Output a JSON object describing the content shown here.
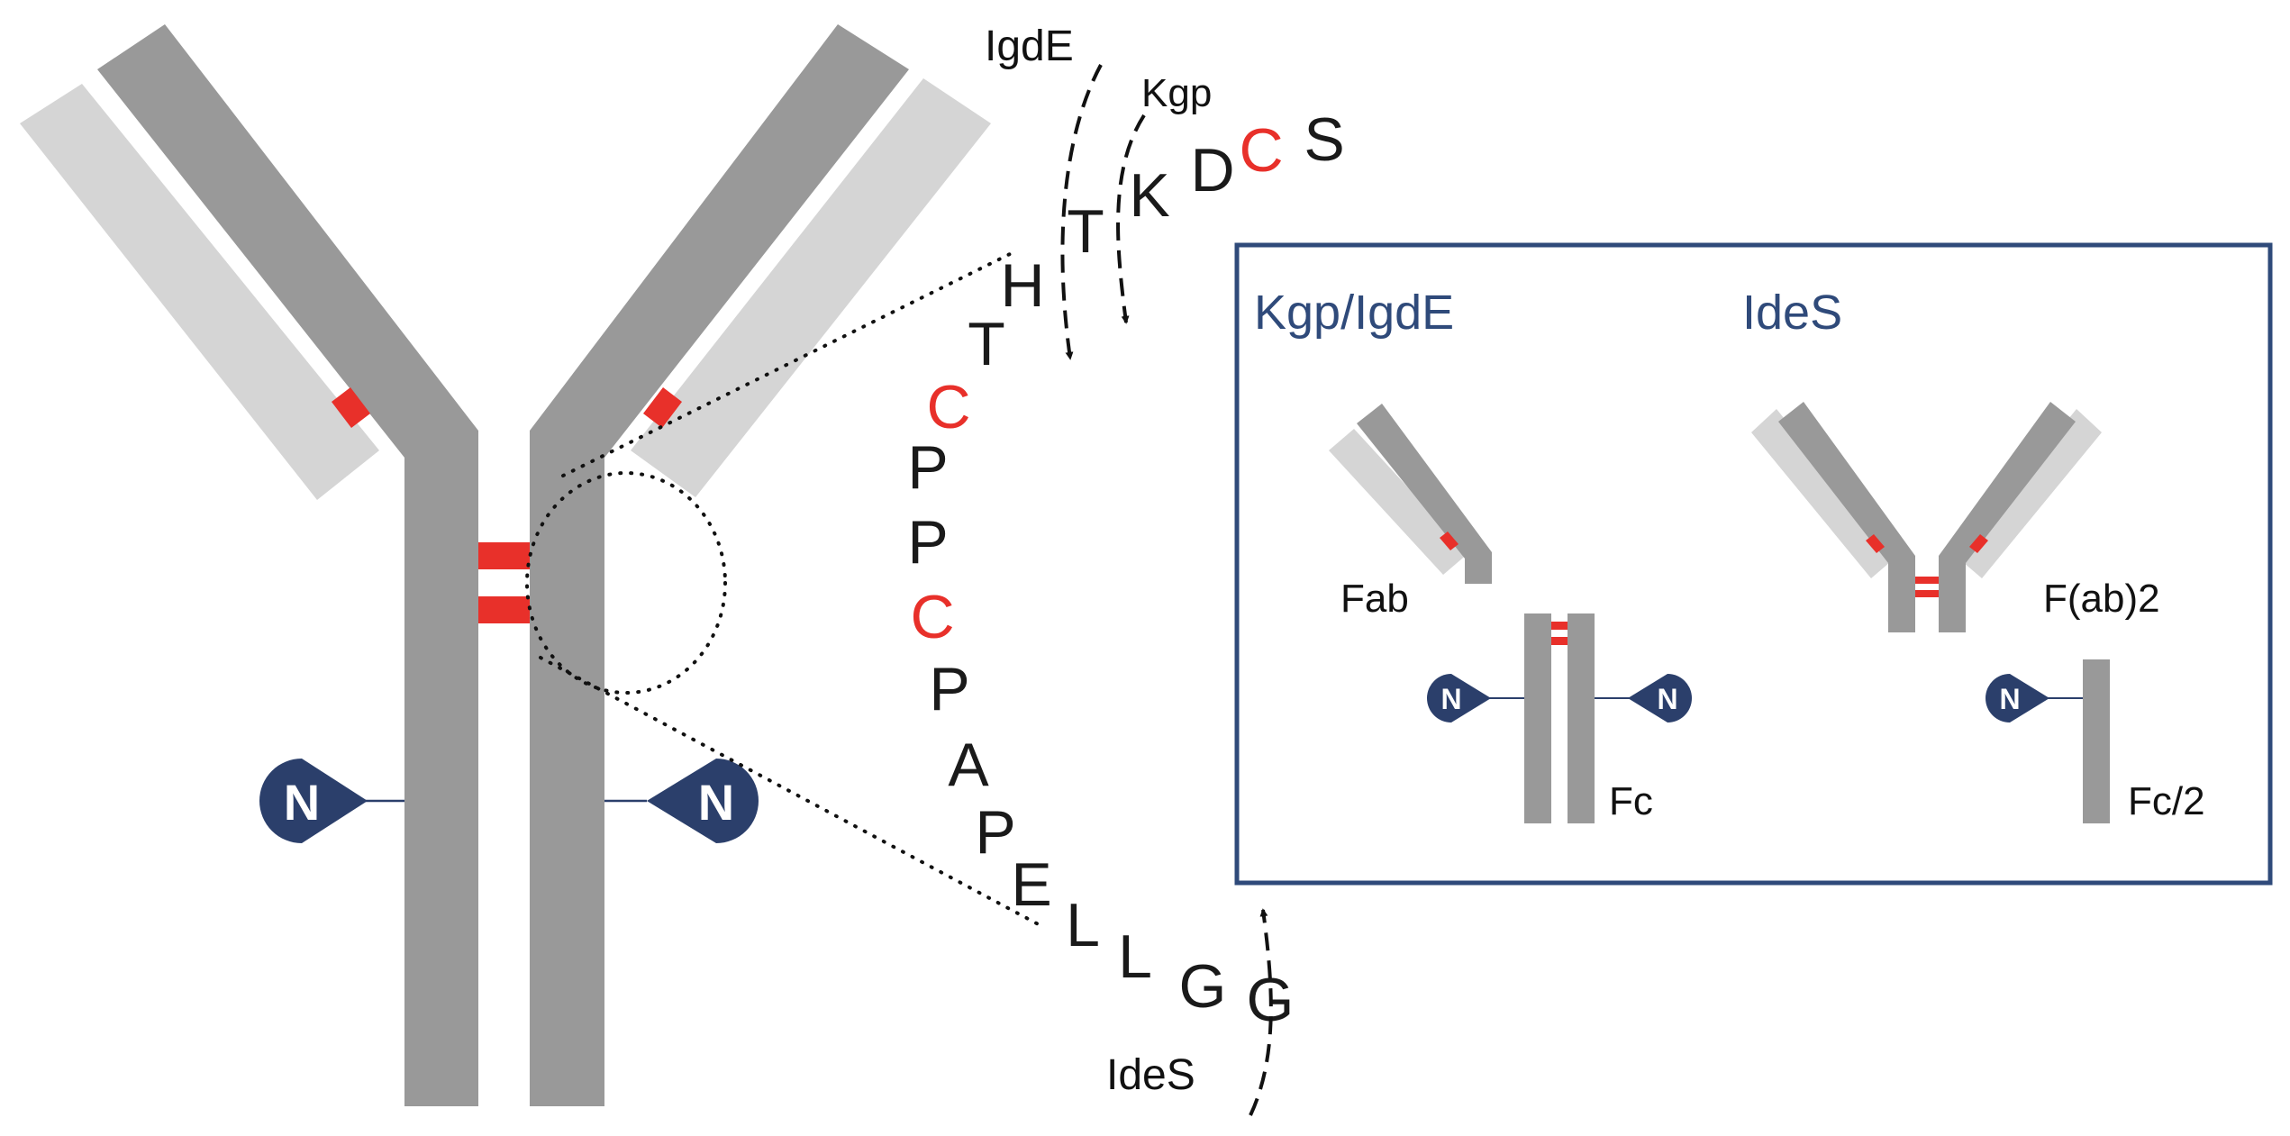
{
  "colors": {
    "heavy_chain": "#999999",
    "light_chain": "#d5d5d5",
    "disulfide": "#e8302a",
    "glycan": "#2b3f6b",
    "inset_border": "#2f4a7a",
    "inset_title": "#2f4a7a",
    "sequence_text": "#1a1a1a",
    "cysteine": "#e8302a"
  },
  "glycan_label": "N",
  "protease_labels": {
    "igde": "IgdE",
    "kgp": "Kgp",
    "ides": "IdeS"
  },
  "hinge_sequence": [
    {
      "letter": "S",
      "cysteine": false
    },
    {
      "letter": "C",
      "cysteine": true
    },
    {
      "letter": "D",
      "cysteine": false
    },
    {
      "letter": "K",
      "cysteine": false
    },
    {
      "letter": "T",
      "cysteine": false
    },
    {
      "letter": "H",
      "cysteine": false
    },
    {
      "letter": "T",
      "cysteine": false
    },
    {
      "letter": "C",
      "cysteine": true
    },
    {
      "letter": "P",
      "cysteine": false
    },
    {
      "letter": "P",
      "cysteine": false
    },
    {
      "letter": "C",
      "cysteine": true
    },
    {
      "letter": "P",
      "cysteine": false
    },
    {
      "letter": "A",
      "cysteine": false
    },
    {
      "letter": "P",
      "cysteine": false
    },
    {
      "letter": "E",
      "cysteine": false
    },
    {
      "letter": "L",
      "cysteine": false
    },
    {
      "letter": "L",
      "cysteine": false
    },
    {
      "letter": "G",
      "cysteine": false
    },
    {
      "letter": "G",
      "cysteine": false
    }
  ],
  "inset": {
    "title_left": "Kgp/IgdE",
    "title_right": "IdeS",
    "fragments": {
      "fab": "Fab",
      "fc": "Fc",
      "fab2": "F(ab)2",
      "fc_half": "Fc/2"
    }
  }
}
